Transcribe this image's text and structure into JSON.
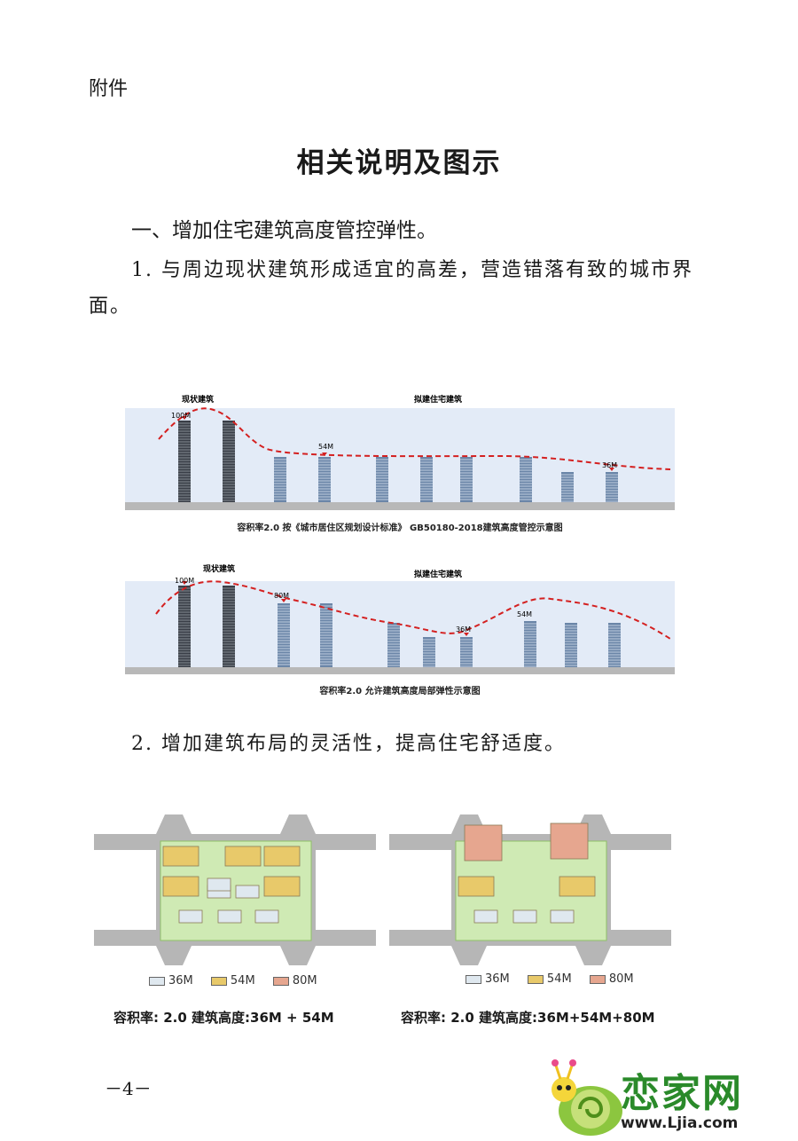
{
  "header": {
    "attachment_label": "附件"
  },
  "doc_title": "相关说明及图示",
  "section1": {
    "heading": "一、增加住宅建筑高度管控弹性。",
    "para1": "1. 与周边现状建筑形成适宜的高差，营造错落有致的城市界面。",
    "para2": "2. 增加建筑布局的灵活性，提高住宅舒适度。"
  },
  "fig1": {
    "label_existing": "现状建筑",
    "label_proposed": "拟建住宅建筑",
    "height_labels": [
      "100M",
      "54M",
      "36M"
    ],
    "caption": "容积率2.0  按《城市居住区规划设计标准》 GB50180-2018建筑高度管控示意图"
  },
  "fig2": {
    "label_existing": "现状建筑",
    "label_proposed": "拟建住宅建筑",
    "height_labels": [
      "100M",
      "80M",
      "36M",
      "54M"
    ],
    "caption": "容积率2.0  允许建筑高度局部弹性示意图"
  },
  "plans": {
    "legend": [
      "36M",
      "54M",
      "80M"
    ],
    "colors": {
      "m36": "#dfe8ef",
      "m54": "#e8c96a",
      "m80": "#e6a68f"
    },
    "left_caption": "容积率:  2.0    建筑高度:36M + 54M",
    "right_caption": "容积率:  2.0    建筑高度:36M+54M+80M"
  },
  "page_number": "－4－",
  "watermark": {
    "brand": "恋家网",
    "url": "www.Ljia.com"
  }
}
